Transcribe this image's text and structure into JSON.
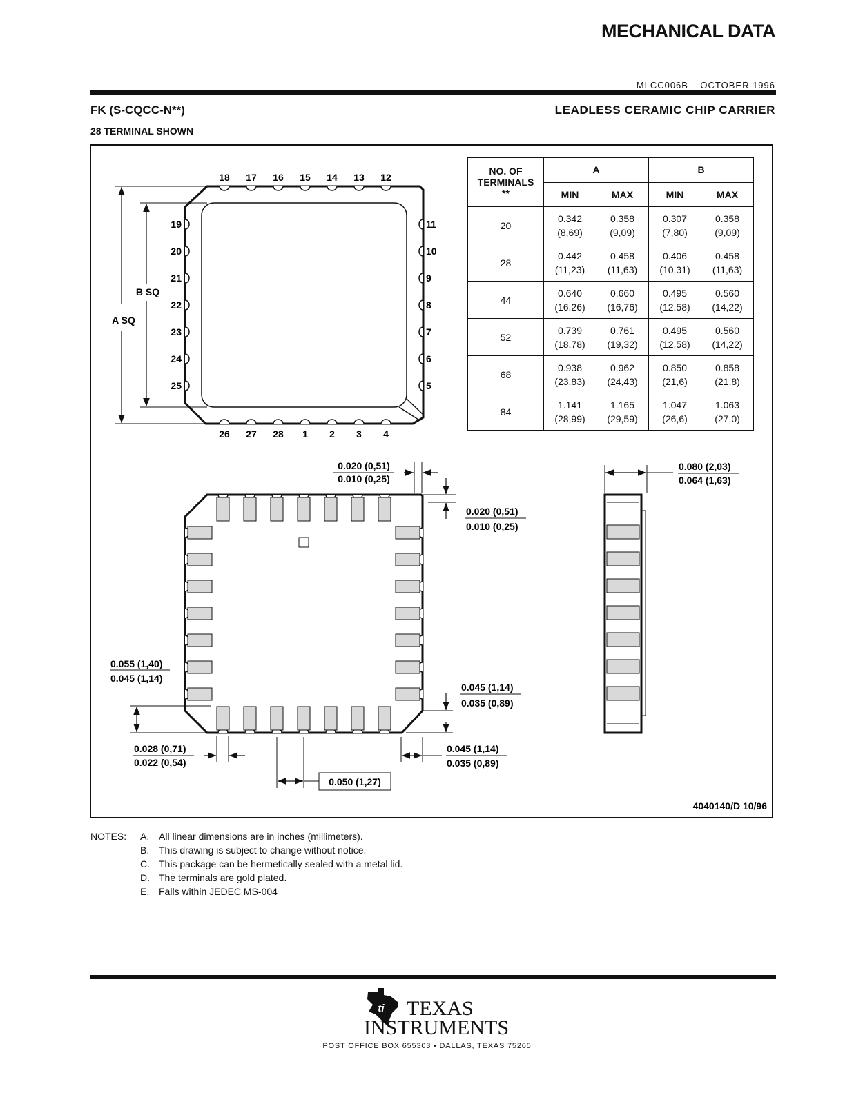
{
  "header": {
    "title": "MECHANICAL DATA",
    "doc_code": "MLCC006B – OCTOBER 1996",
    "package_name": "FK (S-CQCC-N**)",
    "package_desc": "LEADLESS CERAMIC CHIP CARRIER",
    "subtitle": "28 TERMINAL SHOWN"
  },
  "top_view": {
    "pins_top": [
      "18",
      "17",
      "16",
      "15",
      "14",
      "13",
      "12"
    ],
    "pins_left": [
      "19",
      "20",
      "21",
      "22",
      "23",
      "24",
      "25"
    ],
    "pins_right": [
      "11",
      "10",
      "9",
      "8",
      "7",
      "6",
      "5"
    ],
    "pins_bottom": [
      "26",
      "27",
      "28",
      "1",
      "2",
      "3",
      "4"
    ],
    "label_a": "A SQ",
    "label_b": "B SQ"
  },
  "table": {
    "header_terminals_1": "NO. OF",
    "header_terminals_2": "TERMINALS",
    "header_terminals_3": "**",
    "header_a": "A",
    "header_b": "B",
    "min": "MIN",
    "max": "MAX",
    "rows": [
      {
        "n": "20",
        "a_min": "0.342",
        "a_min_mm": "(8,69)",
        "a_max": "0.358",
        "a_max_mm": "(9,09)",
        "b_min": "0.307",
        "b_min_mm": "(7,80)",
        "b_max": "0.358",
        "b_max_mm": "(9,09)"
      },
      {
        "n": "28",
        "a_min": "0.442",
        "a_min_mm": "(11,23)",
        "a_max": "0.458",
        "a_max_mm": "(11,63)",
        "b_min": "0.406",
        "b_min_mm": "(10,31)",
        "b_max": "0.458",
        "b_max_mm": "(11,63)"
      },
      {
        "n": "44",
        "a_min": "0.640",
        "a_min_mm": "(16,26)",
        "a_max": "0.660",
        "a_max_mm": "(16,76)",
        "b_min": "0.495",
        "b_min_mm": "(12,58)",
        "b_max": "0.560",
        "b_max_mm": "(14,22)"
      },
      {
        "n": "52",
        "a_min": "0.739",
        "a_min_mm": "(18,78)",
        "a_max": "0.761",
        "a_max_mm": "(19,32)",
        "b_min": "0.495",
        "b_min_mm": "(12,58)",
        "b_max": "0.560",
        "b_max_mm": "(14,22)"
      },
      {
        "n": "68",
        "a_min": "0.938",
        "a_min_mm": "(23,83)",
        "a_max": "0.962",
        "a_max_mm": "(24,43)",
        "b_min": "0.850",
        "b_min_mm": "(21,6)",
        "b_max": "0.858",
        "b_max_mm": "(21,8)"
      },
      {
        "n": "84",
        "a_min": "1.141",
        "a_min_mm": "(28,99)",
        "a_max": "1.165",
        "a_max_mm": "(29,59)",
        "b_min": "1.047",
        "b_min_mm": "(26,6)",
        "b_max": "1.063",
        "b_max_mm": "(27,0)"
      }
    ]
  },
  "dims": {
    "pad_width_max": "0.020 (0,51)",
    "pad_width_min": "0.010 (0,25)",
    "pad_edge_max": "0.020 (0,51)",
    "pad_edge_min": "0.010 (0,25)",
    "height_max": "0.080 (2,03)",
    "height_min": "0.064 (1,63)",
    "corner_left_max": "0.055 (1,40)",
    "corner_left_min": "0.045 (1,14)",
    "pad_len_max": "0.045 (1,14)",
    "pad_len_min": "0.035 (0,89)",
    "term_width_max": "0.028 (0,71)",
    "term_width_min": "0.022 (0,54)",
    "corner_bot_max": "0.045 (1,14)",
    "corner_bot_min": "0.035 (0,89)",
    "pitch": "0.050 (1,27)",
    "drawing_id": "4040140/D 10/96"
  },
  "notes": {
    "lead": "NOTES:",
    "items": [
      {
        "key": "A.",
        "text": "All linear dimensions are in inches (millimeters)."
      },
      {
        "key": "B.",
        "text": "This drawing is subject to change without notice."
      },
      {
        "key": "C.",
        "text": "This package can be hermetically sealed with a metal lid."
      },
      {
        "key": "D.",
        "text": "The terminals are gold plated."
      },
      {
        "key": "E.",
        "text": "Falls within JEDEC MS-004"
      }
    ]
  },
  "footer": {
    "brand_line1": "Texas",
    "brand_line2": "Instruments",
    "address": "POST OFFICE BOX 655303 • DALLAS, TEXAS 75265"
  }
}
